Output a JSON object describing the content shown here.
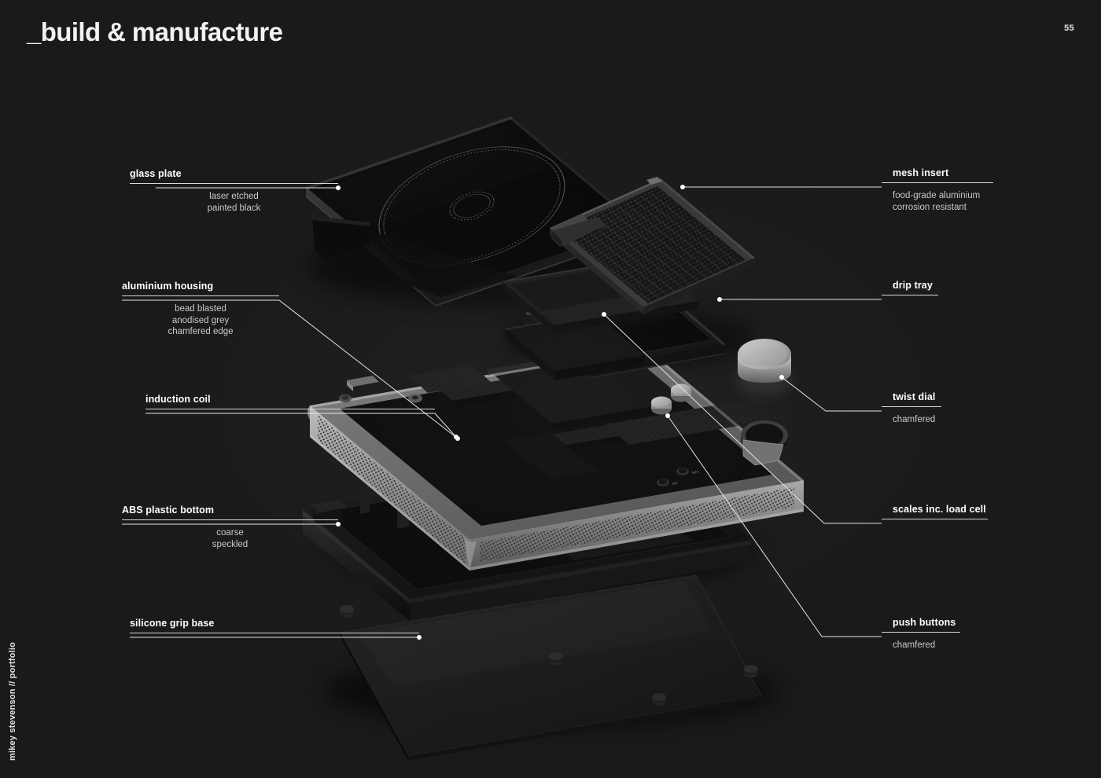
{
  "page": {
    "title": "_build & manufacture",
    "number": "55",
    "credit": "mikey stevenson // portfolio",
    "background_color": "#1a1a1a",
    "text_color": "#ffffff",
    "sub_text_color": "#c9c9c9",
    "rule_color": "#d8d8d8"
  },
  "callouts": {
    "left": [
      {
        "id": "glass-plate",
        "title": "glass plate",
        "sub": "laser etched\npainted black"
      },
      {
        "id": "aluminium-housing",
        "title": "aluminium housing",
        "sub": "bead blasted\nanodised grey\nchamfered edge"
      },
      {
        "id": "induction-coil",
        "title": "induction coil",
        "sub": ""
      },
      {
        "id": "abs-plastic-bottom",
        "title": "ABS plastic bottom",
        "sub": "coarse\nspeckled"
      },
      {
        "id": "silicone-grip-base",
        "title": "silicone grip base",
        "sub": ""
      }
    ],
    "right": [
      {
        "id": "mesh-insert",
        "title": "mesh insert",
        "sub": "food-grade aluminium\ncorrosion resistant"
      },
      {
        "id": "drip-tray",
        "title": "drip tray",
        "sub": ""
      },
      {
        "id": "twist-dial",
        "title": "twist dial",
        "sub": "chamfered"
      },
      {
        "id": "scales-load-cell",
        "title": "scales inc. load cell",
        "sub": ""
      },
      {
        "id": "push-buttons",
        "title": "push buttons",
        "sub": "chamfered"
      }
    ]
  },
  "render": {
    "subject": "exploded view of induction hob / kitchen scale appliance",
    "parts": [
      "glass plate",
      "mesh insert",
      "drip tray",
      "load cell",
      "twist dial",
      "push buttons",
      "aluminium housing",
      "induction coil",
      "ABS plastic bottom",
      "silicone grip base"
    ],
    "colors": {
      "glass": "#0a0a0a",
      "aluminium": "#9a9a9a",
      "aluminium_dark": "#6d6d6d",
      "copper_coil": "#7a4230",
      "copper_coil_light": "#94543d",
      "abs_black": "#141414",
      "silicone": "#1c1c1c",
      "mesh": "#2a2a2a"
    }
  }
}
